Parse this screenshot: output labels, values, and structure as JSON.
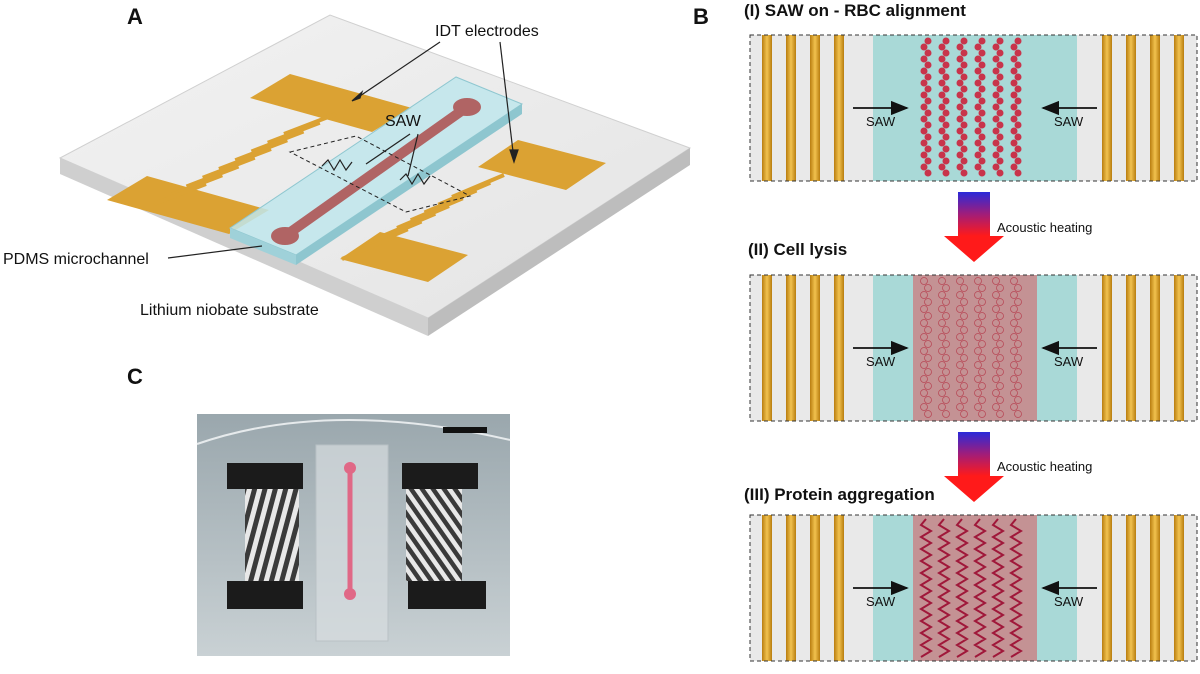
{
  "panel_a": {
    "letter": "A",
    "labels": {
      "idt": "IDT electrodes",
      "saw": "SAW",
      "pdms": "PDMS microchannel",
      "substrate": "Lithium niobate substrate"
    }
  },
  "panel_b": {
    "letter": "B",
    "saw_label": "SAW",
    "stages": [
      {
        "title": "(I) SAW on - RBC alignment",
        "cells": "aligned"
      },
      {
        "title": "(II) Cell lysis",
        "cells": "lysed"
      },
      {
        "title": "(III) Protein aggregation",
        "cells": "aggregated"
      }
    ],
    "transitions": [
      "Acoustic heating",
      "Acoustic heating"
    ]
  },
  "panel_c": {
    "letter": "C",
    "photo": "device-photo"
  },
  "colors": {
    "electrode_gold": "#d8a22a",
    "channel_cyan": "#a9d9d7",
    "cells_red": "#c8344b",
    "channel_fill": "#b96a6a",
    "heat_top": "#2a2ad9",
    "heat_bottom": "#ff1a1a"
  }
}
